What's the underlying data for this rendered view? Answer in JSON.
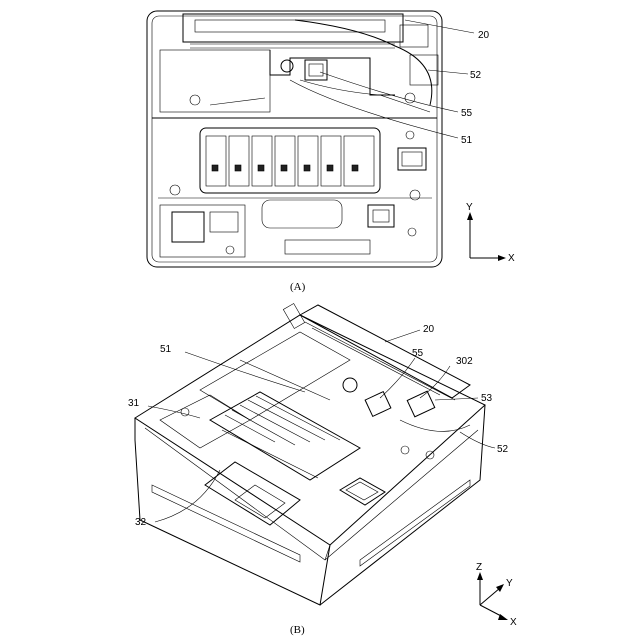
{
  "figure_a": {
    "caption": "(A)",
    "labels": {
      "l20": "20",
      "l52": "52",
      "l55": "55",
      "l51": "51"
    },
    "axes": {
      "y": "Y",
      "x": "X"
    }
  },
  "figure_b": {
    "caption": "(B)",
    "labels": {
      "l20": "20",
      "l51": "51",
      "l55": "55",
      "l302": "302",
      "l53": "53",
      "l31": "31",
      "l52": "52",
      "l32": "32"
    },
    "axes": {
      "z": "Z",
      "y": "Y",
      "x": "X"
    }
  }
}
